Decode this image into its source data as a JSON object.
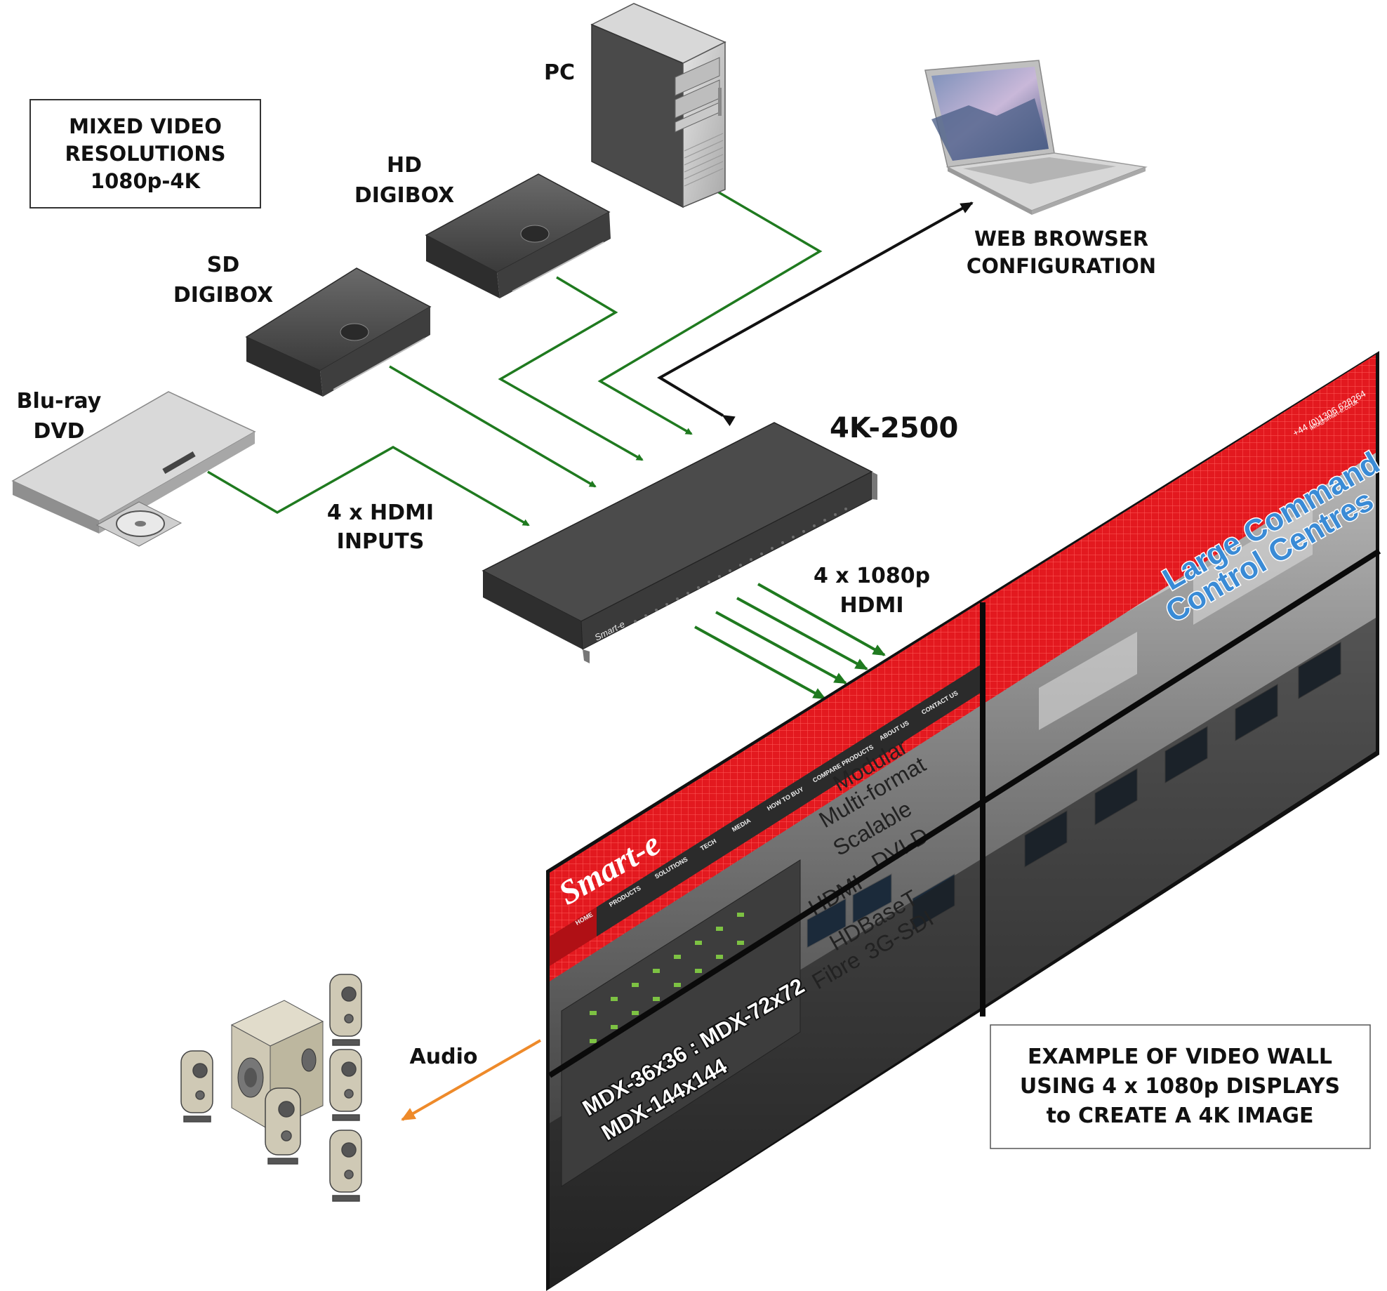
{
  "diagram": {
    "resolution_box": {
      "line1": "MIXED VIDEO",
      "line2": "RESOLUTIONS",
      "line3": "1080p-4K"
    },
    "devices": {
      "pc": "PC",
      "hd_digibox_line1": "HD",
      "hd_digibox_line2": "DIGIBOX",
      "sd_digibox_line1": "SD",
      "sd_digibox_line2": "DIGIBOX",
      "bluray_line1": "Blu-ray",
      "bluray_line2": "DVD",
      "web_line1": "WEB BROWSER",
      "web_line2": "CONFIGURATION",
      "switcher": "4K-2500",
      "switcher_brand": "Smart-e"
    },
    "connections": {
      "inputs_line1": "4 x HDMI",
      "inputs_line2": "INPUTS",
      "outputs_line1": "4 x 1080p",
      "outputs_line2": "HDMI",
      "audio": "Audio"
    },
    "example_box": {
      "line1": "EXAMPLE OF VIDEO WALL",
      "line2": "USING 4 x 1080p DISPLAYS",
      "line3": "to CREATE A 4K IMAGE"
    },
    "video_wall": {
      "logo": "Smart-e",
      "phone": "+44 (0)1306 628264",
      "email": "info@smart-e.co.uk",
      "nav": [
        "HOME",
        "PRODUCTS",
        "SOLUTIONS",
        "TECH",
        "MEDIA",
        "HOW TO BUY",
        "COMPARE PRODUCTS",
        "ABOUT US",
        "CONTACT US"
      ],
      "slogan": [
        "Modular",
        "Multi-format",
        "Scalable",
        "HDMI",
        "DVI-D",
        "HDBaseT",
        "Fibre",
        "3G-SDI"
      ],
      "headline_line1": "Large Command",
      "headline_line2": "Control Centres",
      "models_line1": "MDX-36x36 : MDX-72x72",
      "models_line2": "MDX-144x144"
    },
    "colors": {
      "signal_line": "#1f7a1f",
      "control_line": "#111111",
      "audio_line": "#ee8a2a",
      "site_red": "#e3191f",
      "headline_blue": "#3a8bd6"
    }
  }
}
